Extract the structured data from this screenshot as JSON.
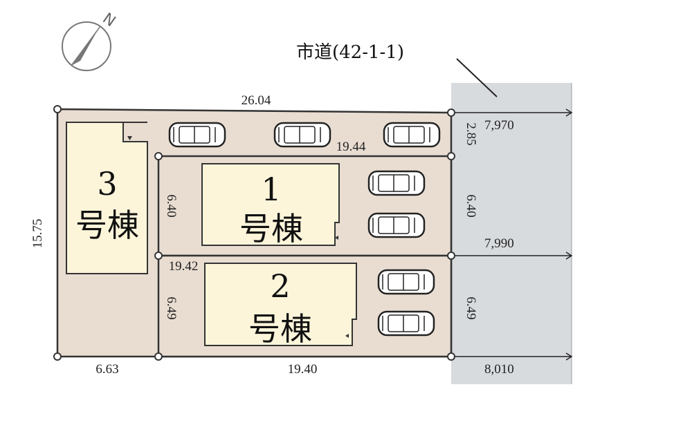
{
  "compass": {
    "label": "N"
  },
  "road": {
    "label": "市道(42-1-1)",
    "widths": [
      "7,970",
      "7,990",
      "8,010"
    ]
  },
  "buildings": [
    {
      "number": "1",
      "suffix": "号棟"
    },
    {
      "number": "2",
      "suffix": "号棟"
    },
    {
      "number": "3",
      "suffix": "号棟"
    }
  ],
  "dimensions": {
    "top": "26.04",
    "lot1_top": "19.44",
    "driveway_width": "2.85",
    "lot1_left": "6.40",
    "lot1_right": "6.40",
    "lot2_top": "19.42",
    "lot2_left": "6.49",
    "lot2_right": "6.49",
    "left": "15.75",
    "bottom_left": "6.63",
    "bottom_right": "19.40"
  },
  "colors": {
    "lot": "#e9ddd2",
    "building": "#fdf5da",
    "road": "#d8dbde",
    "line": "#333333"
  }
}
